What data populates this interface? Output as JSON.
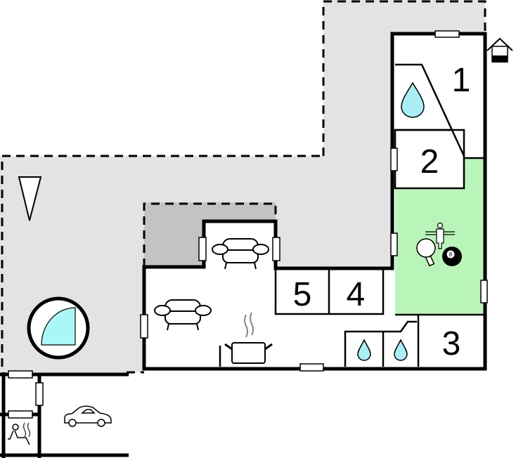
{
  "plan": {
    "rooms": [
      {
        "label": "1",
        "kind": "bedroom"
      },
      {
        "label": "2",
        "kind": "bedroom"
      },
      {
        "label": "3",
        "kind": "bedroom"
      },
      {
        "label": "4",
        "kind": "bedroom"
      },
      {
        "label": "5",
        "kind": "bedroom"
      }
    ],
    "icons": [
      "north-arrow-icon",
      "hot-tub-icon",
      "sofa-icon",
      "sofa-icon",
      "kitchen-pot-icon",
      "water-drop-icon",
      "water-drop-icon",
      "water-drop-icon",
      "table-football-icon",
      "table-tennis-icon",
      "billiard-ball-icon",
      "car-icon",
      "sauna-icon",
      "entrance-house-icon"
    ],
    "billiard_ball_number": "8",
    "colors": {
      "outdoor": "#e3e3e3",
      "patio": "#c3c3c3",
      "activity_room": "#b9f5b9",
      "water": "#a9eef5",
      "wall": "#000000"
    }
  }
}
